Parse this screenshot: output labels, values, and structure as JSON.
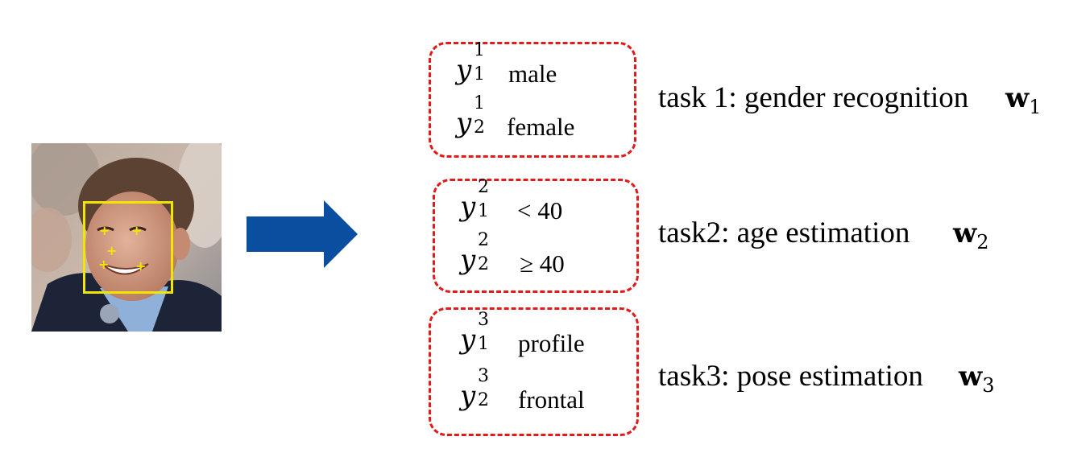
{
  "tasks": [
    {
      "label": "task 1: gender recognition",
      "weight": "w",
      "weight_sub": "1",
      "classes": [
        {
          "var": "y",
          "sub": "1",
          "sup": "1",
          "label": "male"
        },
        {
          "var": "y",
          "sub": "2",
          "sup": "1",
          "label": "female"
        }
      ]
    },
    {
      "label": "task2: age estimation",
      "weight": "w",
      "weight_sub": "2",
      "classes": [
        {
          "var": "y",
          "sub": "1",
          "sup": "2",
          "label": "< 40"
        },
        {
          "var": "y",
          "sub": "2",
          "sup": "2",
          "label": "≥ 40"
        }
      ]
    },
    {
      "label": "task3: pose estimation",
      "weight": "w",
      "weight_sub": "3",
      "classes": [
        {
          "var": "y",
          "sub": "1",
          "sup": "3",
          "label": "profile"
        },
        {
          "var": "y",
          "sub": "2",
          "sup": "3",
          "label": "frontal"
        }
      ]
    }
  ],
  "colors": {
    "box_border": "#e11a1a",
    "arrow": "#0a4ea0",
    "face_box": "#f2e600",
    "landmark": "#f2e600"
  }
}
